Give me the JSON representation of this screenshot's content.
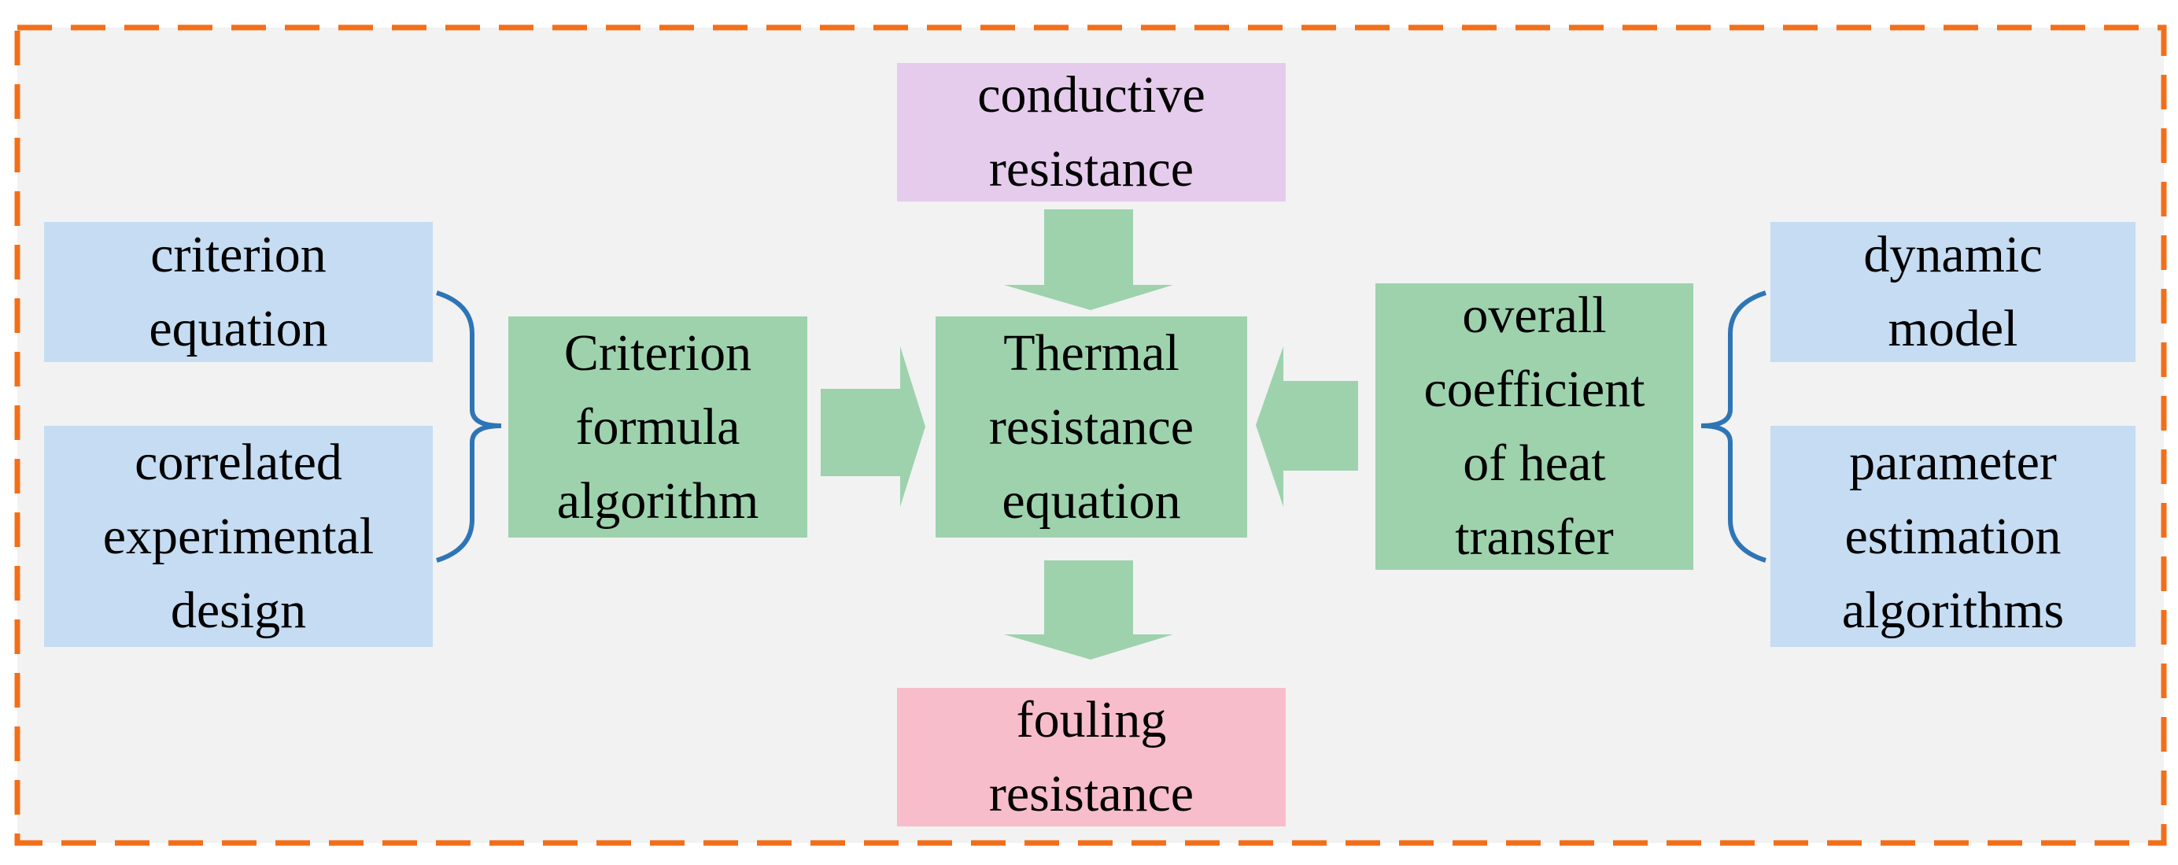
{
  "colors": {
    "frame_border": "#f26f1a",
    "frame_fill": "#f2f2f2",
    "input_box": "#c5dcf2",
    "process_box": "#9dd2ad",
    "arrow": "#9dd2ad",
    "conductive_box": "#e6ccec",
    "fouling_box": "#f7bdca",
    "brace": "#2e75b6"
  },
  "left": {
    "criterion_equation": [
      "criterion",
      "equation"
    ],
    "correlated_design": [
      "correlated",
      "experimental",
      "design"
    ],
    "criterion_algorithm": [
      "Criterion",
      "formula",
      "algorithm"
    ]
  },
  "center": {
    "conductive_resistance": [
      "conductive",
      "resistance"
    ],
    "thermal_resistance_equation": [
      "Thermal",
      "resistance",
      "equation"
    ],
    "fouling_resistance": [
      "fouling",
      "resistance"
    ]
  },
  "right": {
    "overall_coefficient": [
      "overall",
      "coefficient",
      "of heat",
      "transfer"
    ],
    "dynamic_model": [
      "dynamic",
      "model"
    ],
    "parameter_estimation": [
      "parameter",
      "estimation",
      "algorithms"
    ]
  }
}
